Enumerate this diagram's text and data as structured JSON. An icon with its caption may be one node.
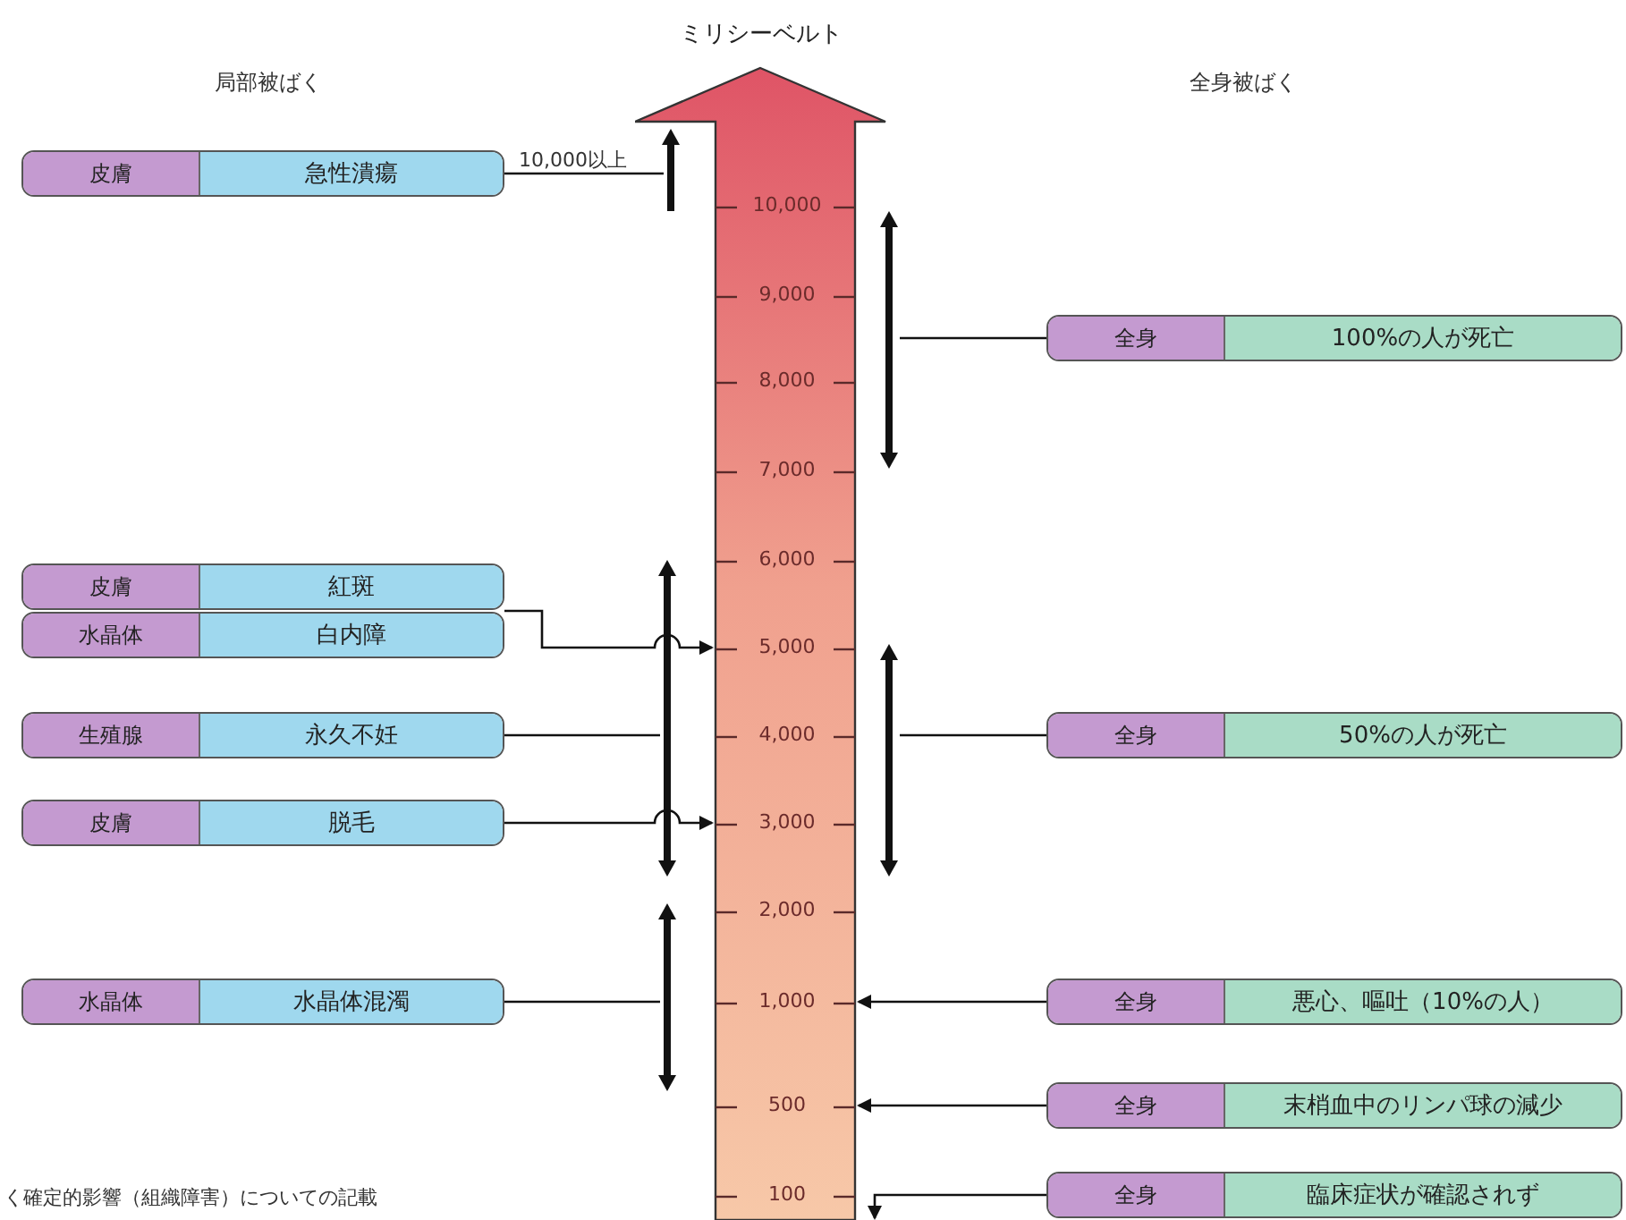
{
  "diagram": {
    "nodes": [
      {
        "text": [
          "皮膚",
          "急性潰瘍"
        ]
      },
      {
        "text": [
          "皮膚",
          "紅斑"
        ]
      },
      {
        "text": [
          "水晶体",
          "白内障"
        ]
      },
      {
        "text": [
          "生殖腺",
          "永久不妊"
        ]
      },
      {
        "text": [
          "皮膚",
          "脱毛"
        ]
      },
      {
        "text": [
          "水晶体",
          "水晶体混濁"
        ]
      },
      {
        "text": [
          "ミリシーベルト"
        ]
      },
      {
        "text": [
          "全身",
          "100%の人が死亡"
        ]
      },
      {
        "text": [
          "全身",
          "50%の人が死亡"
        ]
      },
      {
        "text": [
          "全身",
          "悪心、嘔吐（10%の人）"
        ]
      },
      {
        "text": [
          "全身",
          "末梢血中のリンパ球の減少"
        ]
      },
      {
        "text": [
          "全身",
          "臨床症状が確認されず"
        ]
      },
      {
        "text": [],
        "shape": "bar"
      },
      {
        "text": [],
        "shape": "bar"
      },
      {
        "text": [],
        "shape": "bar"
      },
      {
        "text": [],
        "shape": "bar"
      },
      {
        "text": [],
        "shape": "bar"
      }
    ],
    "edges": [
      {
        "from": 0,
        "to": 12,
        "arrow": "none"
      },
      {
        "from": 1,
        "to": 6,
        "arrow": "to"
      },
      {
        "from": 2,
        "to": 6,
        "arrow": "to"
      },
      {
        "from": 3,
        "to": 14,
        "arrow": "none"
      },
      {
        "from": 4,
        "to": 6,
        "arrow": "to"
      },
      {
        "from": 5,
        "to": 16,
        "arrow": "none"
      },
      {
        "from": 7,
        "to": 13,
        "arrow": "none"
      },
      {
        "from": 8,
        "to": 15,
        "arrow": "none"
      },
      {
        "from": 9,
        "to": 6,
        "arrow": "to"
      },
      {
        "from": 10,
        "to": 6,
        "arrow": "to"
      },
      {
        "from": 11,
        "to": 6,
        "arrow": "to"
      }
    ],
    "labels": [
      "局部被ばく",
      "10,000以上",
      "全身被ばく",
      "10,000",
      "9,000",
      "8,000",
      "7,000",
      "6,000",
      "5,000",
      "4,000",
      "3,000",
      "2,000",
      "1,000",
      "500",
      "100",
      "く確定的影響（組織障害）についての記載"
    ]
  }
}
